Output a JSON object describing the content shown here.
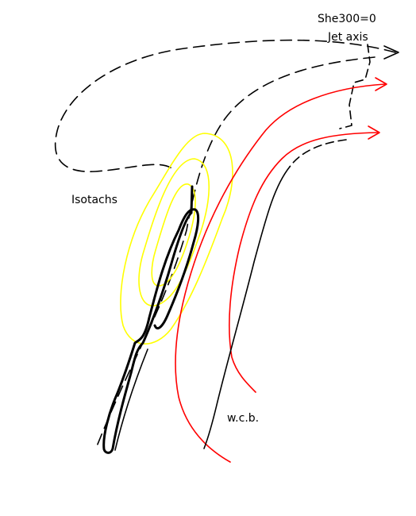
{
  "labels": {
    "shear": "She300=0",
    "jet_axis": "Jet axis",
    "isotachs": "Isotachs",
    "wcb": "w.c.b."
  },
  "colors": {
    "isotach": "#ffff00",
    "warm_conveyor": "#ff0000",
    "line": "#000000"
  }
}
